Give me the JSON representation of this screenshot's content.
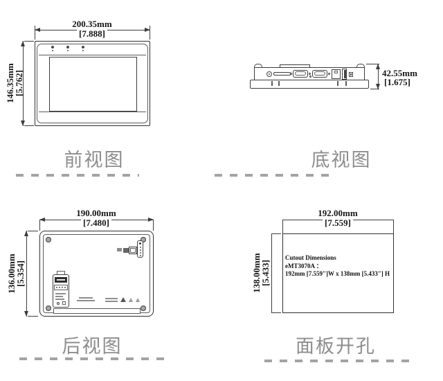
{
  "drawing": {
    "type": "HMI panel dimension drawing",
    "line_color": "#3c3c3c",
    "label_color": "#8d8d8d",
    "dash_color": "#a3a3a3"
  },
  "views": {
    "front": {
      "label": "前视图",
      "width_dim": {
        "mm": "200.35mm",
        "inch": "[7.888]"
      },
      "height_dim": {
        "mm": "146.35mm",
        "inch": "[5.762]"
      }
    },
    "bottom": {
      "label": "底视图",
      "height_dim": {
        "mm": "42.55mm",
        "inch": "[1.675]"
      }
    },
    "rear": {
      "label": "后视图",
      "width_dim": {
        "mm": "190.00mm",
        "inch": "[7.480]"
      },
      "height_dim": {
        "mm": "136.00mm",
        "inch": "[5.354]"
      }
    },
    "cutout": {
      "label": "面板开孔",
      "width_dim": {
        "mm": "192.00mm",
        "inch": "[7.559]"
      },
      "height_dim": {
        "mm": "138.00mm",
        "inch": "[5.433]"
      },
      "note_lines": [
        "Cutout Dimensions",
        "eMT3070A ：",
        "192mm [7.559\"]W x 138mm [5.433\"] H"
      ]
    }
  }
}
